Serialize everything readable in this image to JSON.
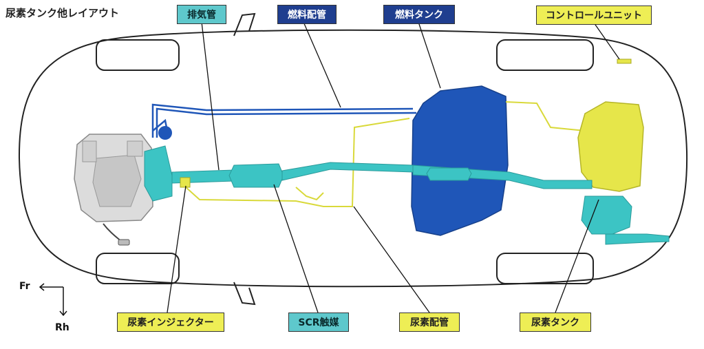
{
  "title": "尿素タンク他レイアウト",
  "labels": {
    "exhaust_pipe": "排気管",
    "fuel_pipe": "燃料配管",
    "fuel_tank": "燃料タンク",
    "control_unit": "コントロールユニット",
    "urea_injector": "尿素インジェクター",
    "scr_catalyst": "SCR触媒",
    "urea_pipe": "尿素配管",
    "urea_tank": "尿素タンク"
  },
  "axes": {
    "front": "Fr",
    "right": "Rh"
  },
  "colors": {
    "exhaust": "#3cc4c4",
    "fuel": "#1f56b8",
    "urea": "#e6e64a",
    "label_cyan": "#5ec8cc",
    "label_blue": "#1f3e8f",
    "label_yellow": "#eeee55"
  }
}
